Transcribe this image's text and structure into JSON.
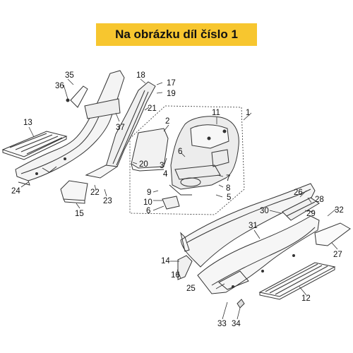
{
  "banner": {
    "text": "Na obrázku díl číslo 1",
    "color": "#f7c62f"
  },
  "callouts": [
    "1",
    "2",
    "3",
    "4",
    "5",
    "6",
    "7",
    "8",
    "9",
    "10",
    "11",
    "12",
    "13",
    "14",
    "15",
    "16",
    "17",
    "18",
    "19",
    "20",
    "21",
    "22",
    "23",
    "24",
    "25",
    "26",
    "27",
    "28",
    "29",
    "30",
    "31",
    "32",
    "33",
    "34",
    "35",
    "36",
    "37"
  ],
  "highlight_part": "1"
}
